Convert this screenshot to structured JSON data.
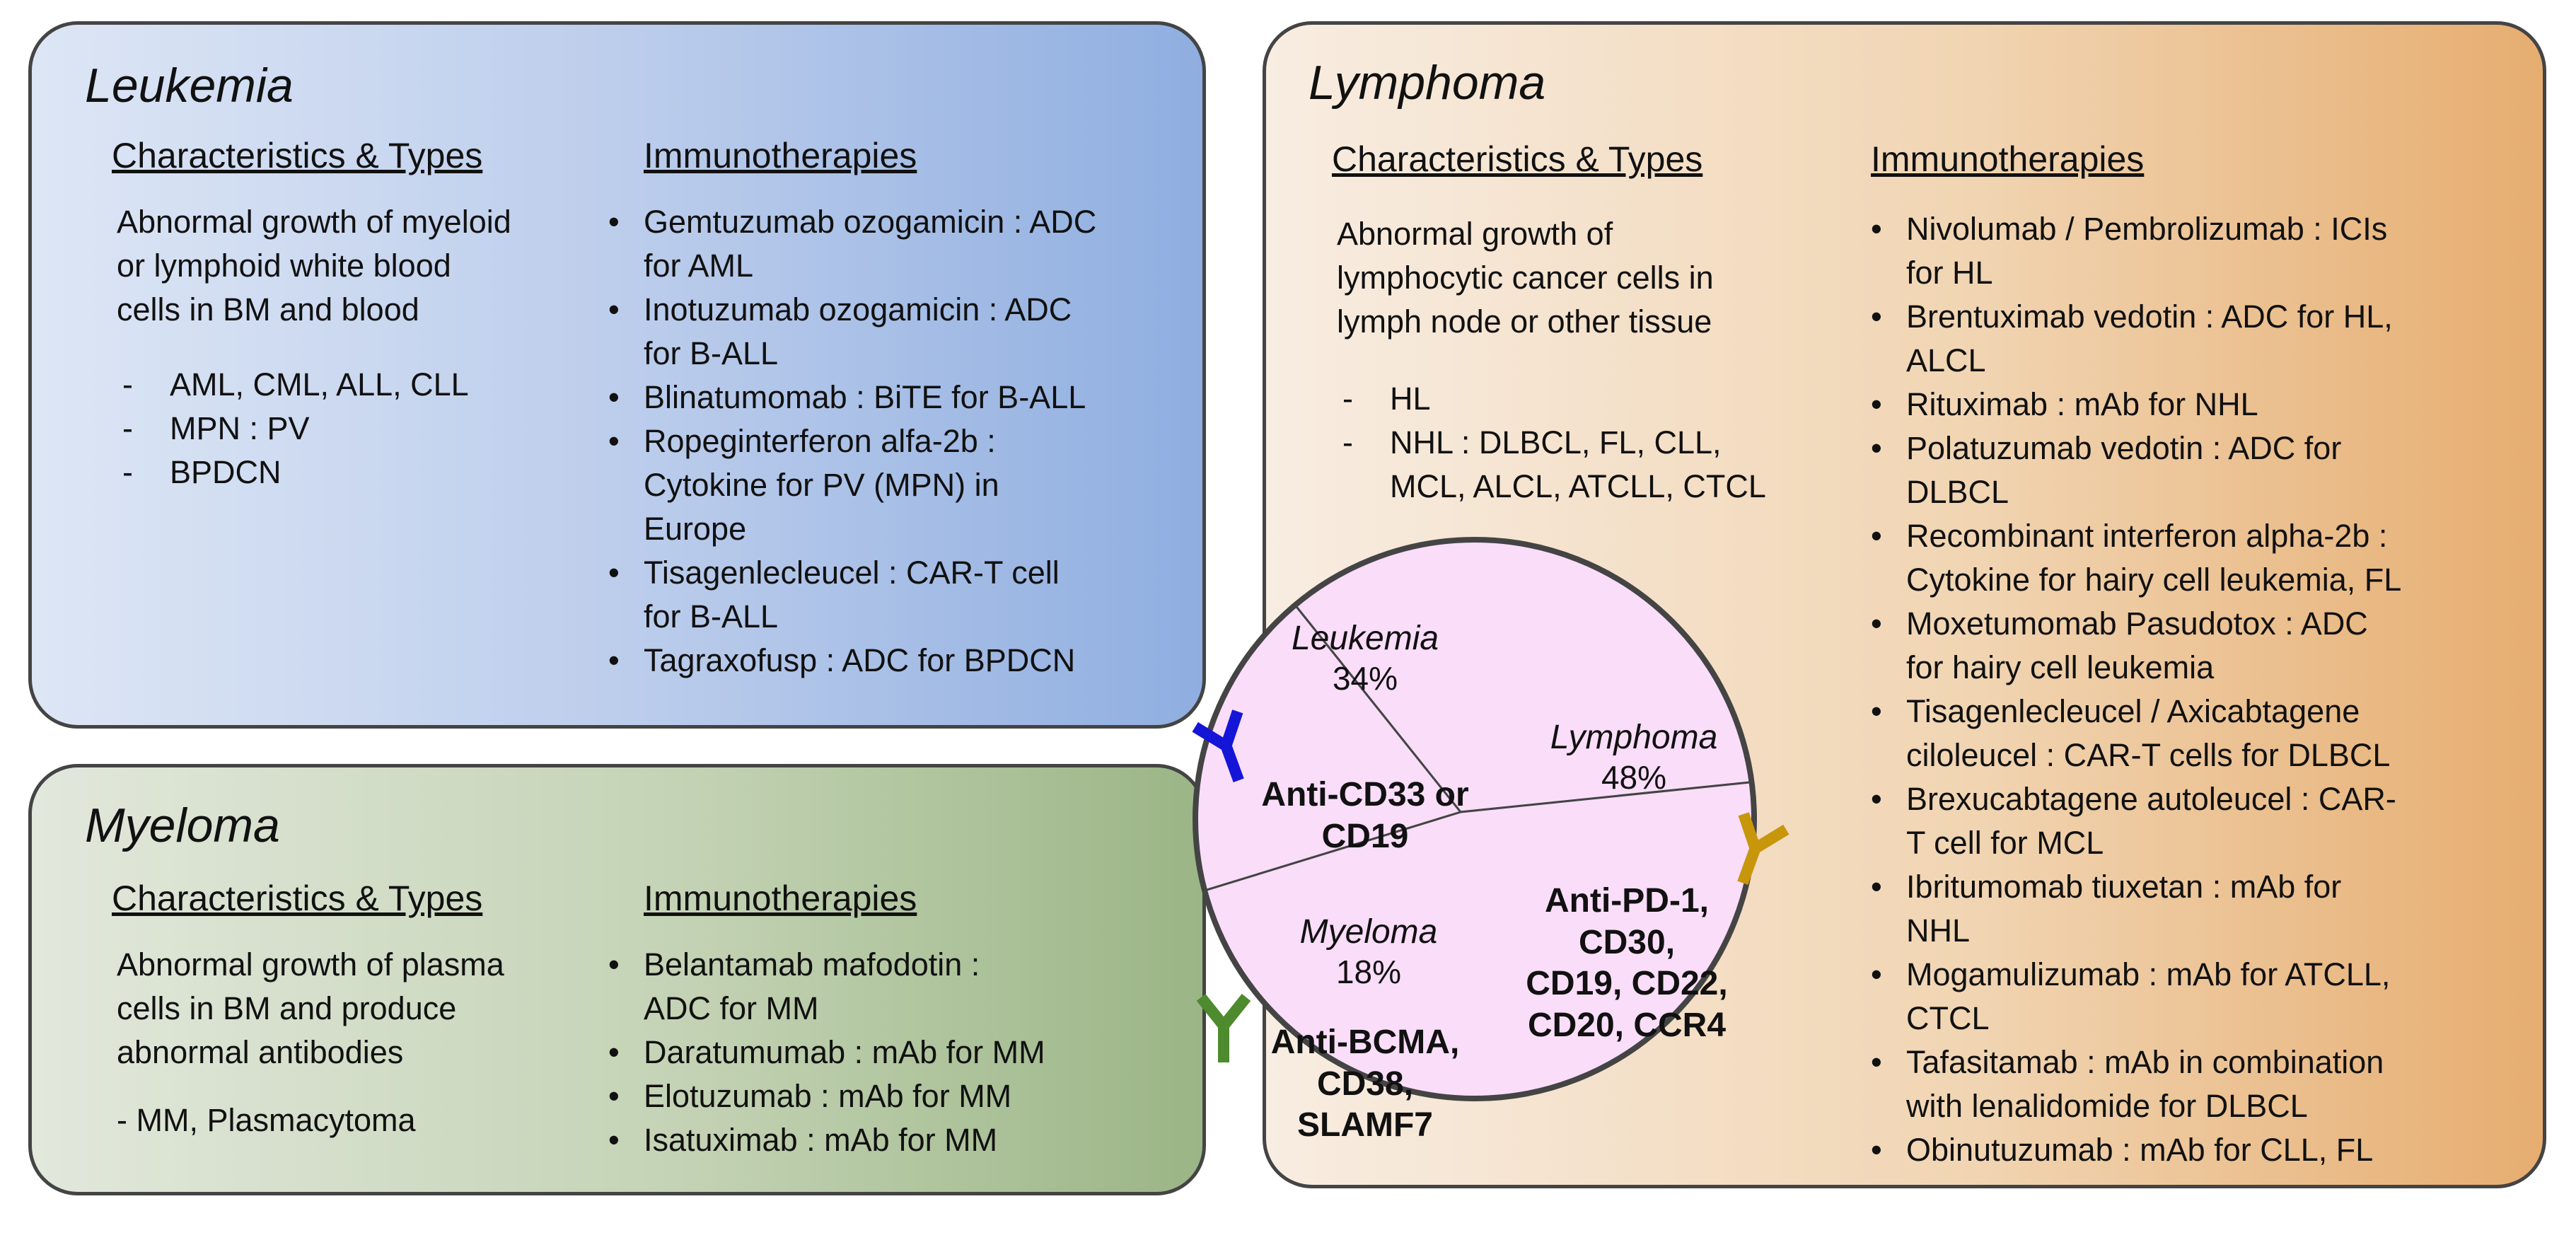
{
  "leukemia": {
    "title": "Leukemia",
    "char_heading": "Characteristics & Types",
    "char_desc": [
      "Abnormal growth of myeloid",
      "or lymphoid white blood",
      "cells in BM and blood"
    ],
    "types": [
      "AML, CML, ALL, CLL",
      "MPN : PV",
      "BPDCN"
    ],
    "immuno_heading": "Immunotherapies",
    "therapies": [
      [
        "Gemtuzumab ozogamicin : ADC",
        "for AML"
      ],
      [
        "Inotuzumab ozogamicin : ADC",
        "for B-ALL"
      ],
      [
        "Blinatumomab : BiTE for B-ALL"
      ],
      [
        "Ropeginterferon alfa-2b :",
        "Cytokine for PV (MPN) in",
        "Europe"
      ],
      [
        "Tisagenlecleucel : CAR-T cell",
        "for B-ALL"
      ],
      [
        "Tagraxofusp  : ADC for BPDCN"
      ]
    ]
  },
  "myeloma": {
    "title": "Myeloma",
    "char_heading": "Characteristics & Types",
    "char_desc": [
      "Abnormal growth of plasma",
      "cells in BM and produce",
      "abnormal antibodies"
    ],
    "types_line": "- MM, Plasmacytoma",
    "immuno_heading": "Immunotherapies",
    "therapies": [
      [
        "Belantamab mafodotin :",
        "ADC for MM"
      ],
      [
        "Daratumumab : mAb for MM"
      ],
      [
        "Elotuzumab : mAb for MM"
      ],
      [
        "Isatuximab : mAb for MM"
      ]
    ]
  },
  "lymphoma": {
    "title": "Lymphoma",
    "char_heading": "Characteristics & Types",
    "char_desc": [
      "Abnormal growth of",
      "lymphocytic cancer cells in",
      "lymph node or other tissue"
    ],
    "types": [
      [
        "HL"
      ],
      [
        "NHL : DLBCL, FL, CLL,",
        "MCL, ALCL, ATCLL, CTCL"
      ]
    ],
    "immuno_heading": "Immunotherapies",
    "therapies": [
      [
        "Nivolumab / Pembrolizumab : ICIs",
        "for HL"
      ],
      [
        "Brentuximab vedotin : ADC for HL,",
        "ALCL"
      ],
      [
        "Rituximab : mAb for NHL"
      ],
      [
        "Polatuzumab vedotin : ADC for",
        "DLBCL"
      ],
      [
        "Recombinant interferon alpha-2b :",
        "Cytokine for hairy cell leukemia, FL"
      ],
      [
        "Moxetumomab Pasudotox : ADC",
        "for  hairy cell leukemia"
      ],
      [
        "Tisagenlecleucel / Axicabtagene",
        "ciloleucel  : CAR-T cells for DLBCL"
      ],
      [
        "Brexucabtagene autoleucel : CAR-",
        "T cell for MCL"
      ],
      [
        "Ibritumomab tiuxetan : mAb for",
        "NHL"
      ],
      [
        "Mogamulizumab : mAb for ATCLL,",
        "CTCL"
      ],
      [
        "Tafasitamab : mAb in combination",
        "with lenalidomide for DLBCL"
      ],
      [
        "Obinutuzumab : mAb for CLL, FL"
      ]
    ]
  },
  "chart_data": {
    "type": "pie",
    "slices": [
      {
        "name": "Leukemia",
        "label": "34%",
        "value": 34,
        "targets": [
          "Anti-CD33  or",
          "CD19"
        ],
        "color": "#f9ddf9",
        "antibody_color": "#1515d8"
      },
      {
        "name": "Lymphoma",
        "label": "48%",
        "value": 48,
        "targets": [
          "Anti-PD-1,",
          "CD30,",
          "CD19, CD22,",
          "CD20, CCR4"
        ],
        "color": "#f9ddf9",
        "antibody_color": "#c8960a"
      },
      {
        "name": "Myeloma",
        "label": "18%",
        "value": 18,
        "targets": [
          "Anti-BCMA,",
          "CD38,",
          "SLAMF7"
        ],
        "color": "#f9ddf9",
        "antibody_color": "#4e8a2e"
      }
    ]
  }
}
